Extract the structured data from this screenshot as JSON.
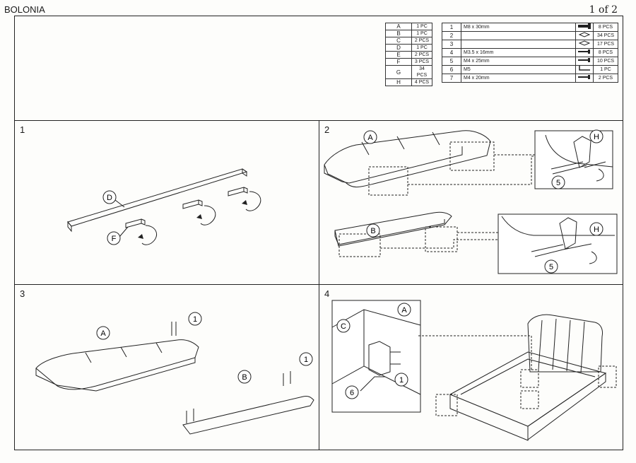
{
  "header": {
    "model": "BOLONIA",
    "page": "1 of 2"
  },
  "parts_letters": [
    {
      "key": "A",
      "qty": "1 PC"
    },
    {
      "key": "B",
      "qty": "1 PC"
    },
    {
      "key": "C",
      "qty": "2 PCS"
    },
    {
      "key": "D",
      "qty": "1 PC"
    },
    {
      "key": "E",
      "qty": "2 PCS"
    },
    {
      "key": "F",
      "qty": "3 PCS"
    },
    {
      "key": "G",
      "qty": "34 PCS"
    },
    {
      "key": "H",
      "qty": "4 PCS"
    }
  ],
  "hardware": [
    {
      "key": "1",
      "spec": "M8 x 30mm",
      "icon": "bolt-icon",
      "qty": "8 PCS"
    },
    {
      "key": "2",
      "spec": "",
      "icon": "washer-icon",
      "qty": "34 PCS"
    },
    {
      "key": "3",
      "spec": "",
      "icon": "washer-icon",
      "qty": "17 PCS"
    },
    {
      "key": "4",
      "spec": "M3.5 x 16mm",
      "icon": "screw-icon",
      "qty": "8 PCS"
    },
    {
      "key": "5",
      "spec": "M4 x 25mm",
      "icon": "screw-icon",
      "qty": "10 PCS"
    },
    {
      "key": "6",
      "spec": "M5",
      "icon": "allen-key-icon",
      "qty": "1 PC"
    },
    {
      "key": "7",
      "spec": "M4 x 20mm",
      "icon": "screw-icon",
      "qty": "2 PCS"
    }
  ],
  "steps": [
    {
      "number": "1",
      "callouts": {
        "rail": "D",
        "leg": "F"
      }
    },
    {
      "number": "2",
      "callouts": {
        "headboard": "A",
        "footboard": "B",
        "bracket_top": "H",
        "screw_top": "5",
        "bracket_bottom": "H",
        "screw_bottom": "5"
      }
    },
    {
      "number": "3",
      "callouts": {
        "headboard": "A",
        "bolt_a": "1",
        "footboard": "B",
        "bolt_b": "1"
      }
    },
    {
      "number": "4",
      "callouts": {
        "headboard": "A",
        "bracket": "C",
        "tool": "6",
        "bolt": "1"
      }
    }
  ]
}
